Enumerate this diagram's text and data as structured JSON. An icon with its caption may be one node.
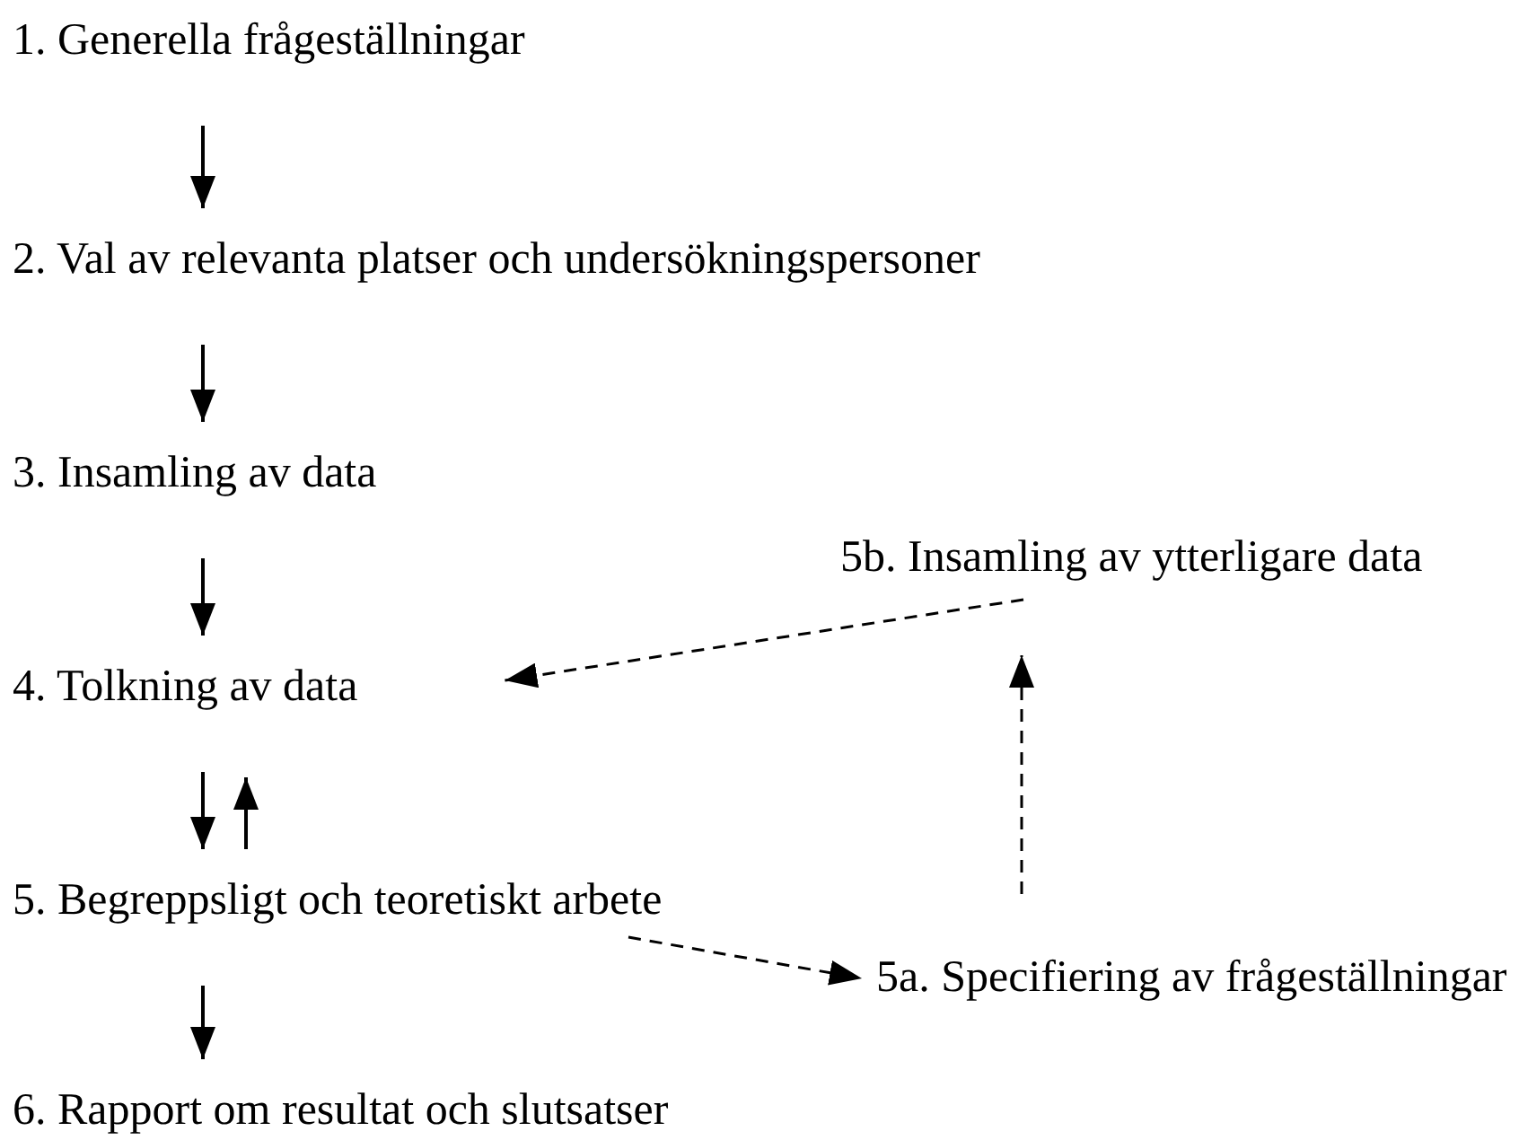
{
  "diagram": {
    "nodes": [
      {
        "text": [
          "1. Generella frågeställningar"
        ]
      },
      {
        "text": [
          "2. Val av relevanta platser och undersökningspersoner"
        ]
      },
      {
        "text": [
          "3. Insamling av data"
        ]
      },
      {
        "text": [
          "5b. Insamling av ytterligare data"
        ]
      },
      {
        "text": [
          "4. Tolkning av data"
        ]
      },
      {
        "text": [
          "5. Begreppsligt och teoretiskt arbete"
        ]
      },
      {
        "text": [
          "5a. Specifiering av frågeställningar"
        ]
      },
      {
        "text": [
          "6. Rapport om resultat och slutsatser"
        ]
      }
    ],
    "edges": [
      {
        "from": 0,
        "to": 1,
        "arrow": "to"
      },
      {
        "from": 1,
        "to": 2,
        "arrow": "to"
      },
      {
        "from": 2,
        "to": 4,
        "arrow": "to"
      },
      {
        "from": 4,
        "to": 5,
        "arrow": "to"
      },
      {
        "from": 5,
        "to": 4,
        "arrow": "to"
      },
      {
        "from": 5,
        "to": 6,
        "arrow": "to",
        "style": "dashed"
      },
      {
        "from": 6,
        "to": 3,
        "arrow": "to",
        "style": "dashed"
      },
      {
        "from": 3,
        "to": 4,
        "arrow": "to",
        "style": "dashed"
      },
      {
        "from": 5,
        "to": 7,
        "arrow": "to"
      }
    ]
  }
}
